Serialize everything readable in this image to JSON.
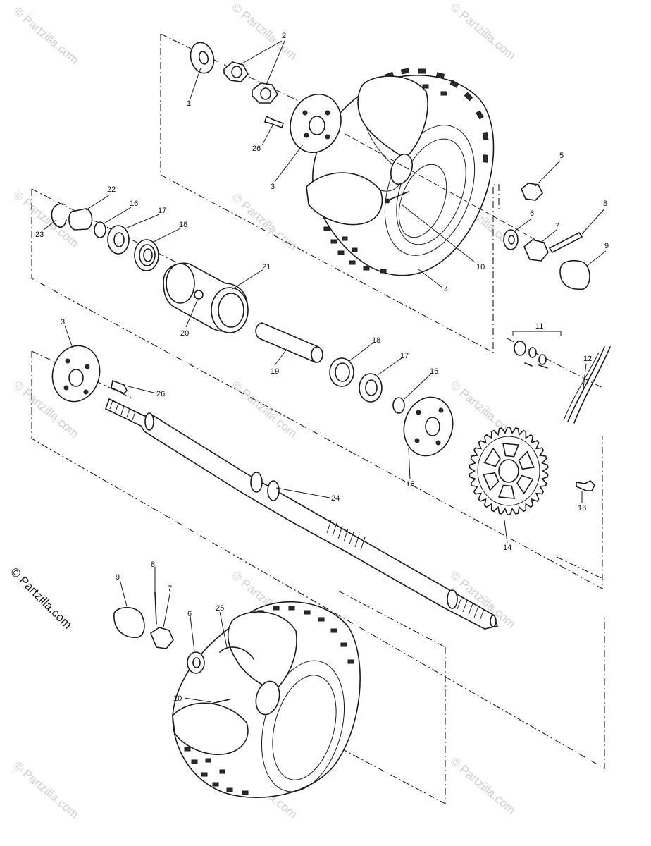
{
  "watermark": {
    "text": "© Partzilla.com",
    "color": "#cfcfcf"
  },
  "side_credit": "© Partzilla.com",
  "callouts": {
    "c1": "1",
    "c2": "2",
    "c3a": "3",
    "c26a": "26",
    "c5": "5",
    "c6a": "6",
    "c7a": "7",
    "c8a": "8",
    "c9a": "9",
    "c10a": "10",
    "c4": "4",
    "c22": "22",
    "c16a": "16",
    "c17a": "17",
    "c18a": "18",
    "c23": "23",
    "c21": "21",
    "c20": "20",
    "c19": "19",
    "c18b": "18",
    "c17b": "17",
    "c16b": "16",
    "c11": "11",
    "c12": "12",
    "c3b": "3",
    "c26b": "26",
    "c15": "15",
    "c24": "24",
    "c13": "13",
    "c14": "14",
    "c9b": "9",
    "c8b": "8",
    "c7b": "7",
    "c6b": "6",
    "c25": "25",
    "c10b": "10"
  },
  "line_color": "#1a1a1a"
}
